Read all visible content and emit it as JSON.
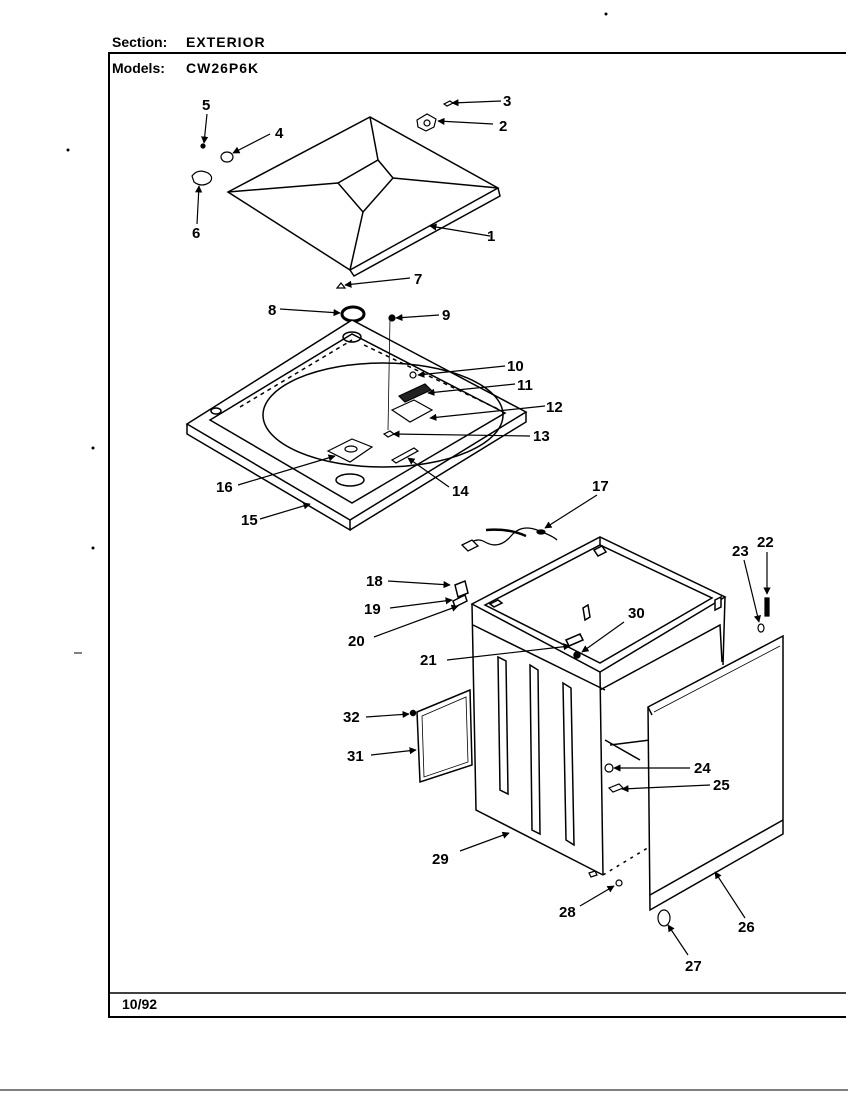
{
  "header": {
    "section_label": "Section:",
    "section_value": "EXTERIOR",
    "models_label": "Models:",
    "models_value": "CW26P6K"
  },
  "footer": {
    "date": "10/92"
  },
  "callouts": [
    "1",
    "2",
    "3",
    "4",
    "5",
    "6",
    "7",
    "8",
    "9",
    "10",
    "11",
    "12",
    "13",
    "14",
    "15",
    "16",
    "17",
    "18",
    "19",
    "20",
    "21",
    "22",
    "23",
    "24",
    "25",
    "26",
    "27",
    "28",
    "29",
    "30",
    "31",
    "32"
  ]
}
